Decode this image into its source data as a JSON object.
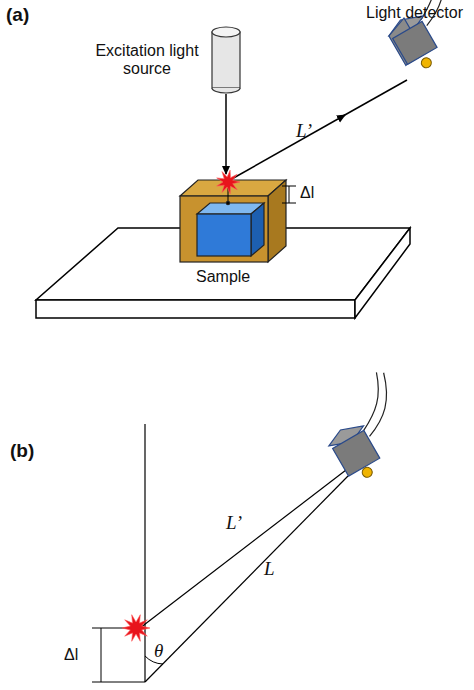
{
  "diagram": {
    "labels": [
      "(a)",
      "Excitation light source",
      "Light detector",
      "L’",
      "Δl",
      "Sample",
      "(b)",
      "L’",
      "L",
      "θ",
      "Δl"
    ]
  }
}
